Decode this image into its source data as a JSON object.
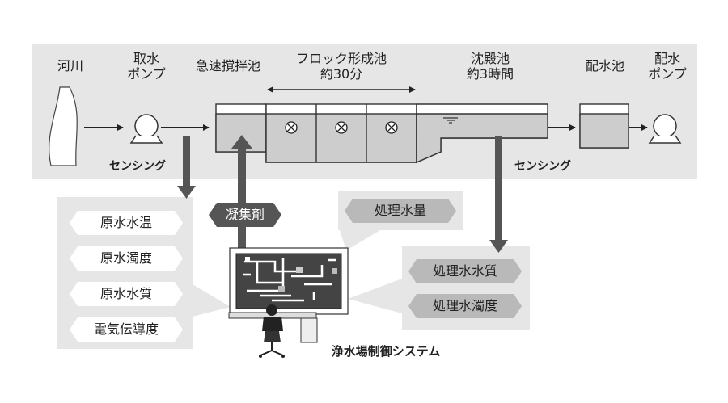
{
  "diagram": {
    "stages": {
      "river": "河川",
      "intake_pump": [
        "取水",
        "ポンプ"
      ],
      "rapid_mixing": "急速撹拌池",
      "flocculation": [
        "フロック形成池",
        "約30分"
      ],
      "sedimentation": [
        "沈殿池",
        "約3時間"
      ],
      "distribution_reservoir": "配水池",
      "distribution_pump": [
        "配水",
        "ポンプ"
      ]
    },
    "sensing_left": "センシング",
    "sensing_right": "センシング",
    "coagulant": "凝集剤",
    "raw_water_items": [
      "原水水温",
      "原水濁度",
      "原水水質",
      "電気伝導度"
    ],
    "treated_volume": "処理水量",
    "treated_water_items": [
      "処理水水質",
      "処理水濁度"
    ],
    "control_system": "浄水場制御システム"
  }
}
